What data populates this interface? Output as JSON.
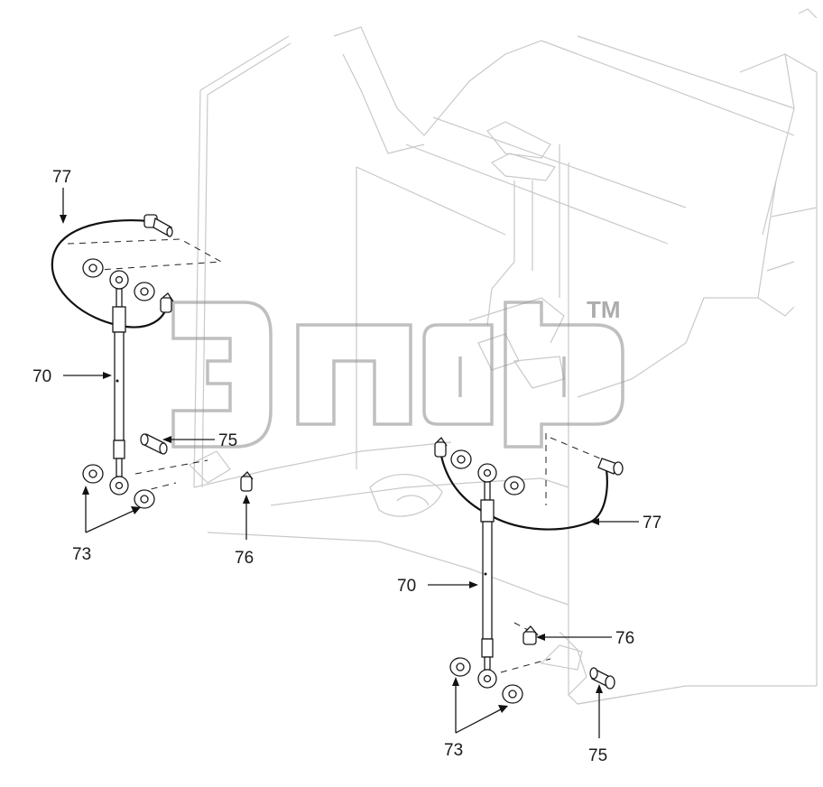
{
  "callouts": {
    "cable_left": "77",
    "cable_right": "77",
    "strut_left": "70",
    "strut_right": "70",
    "pin_left": "75",
    "pin_right": "75",
    "clip_left": "76",
    "clip_right": "76",
    "washers_left": "73",
    "washers_right": "73"
  },
  "watermark": {
    "logo": "ЭПФ",
    "trademark": "TM"
  }
}
